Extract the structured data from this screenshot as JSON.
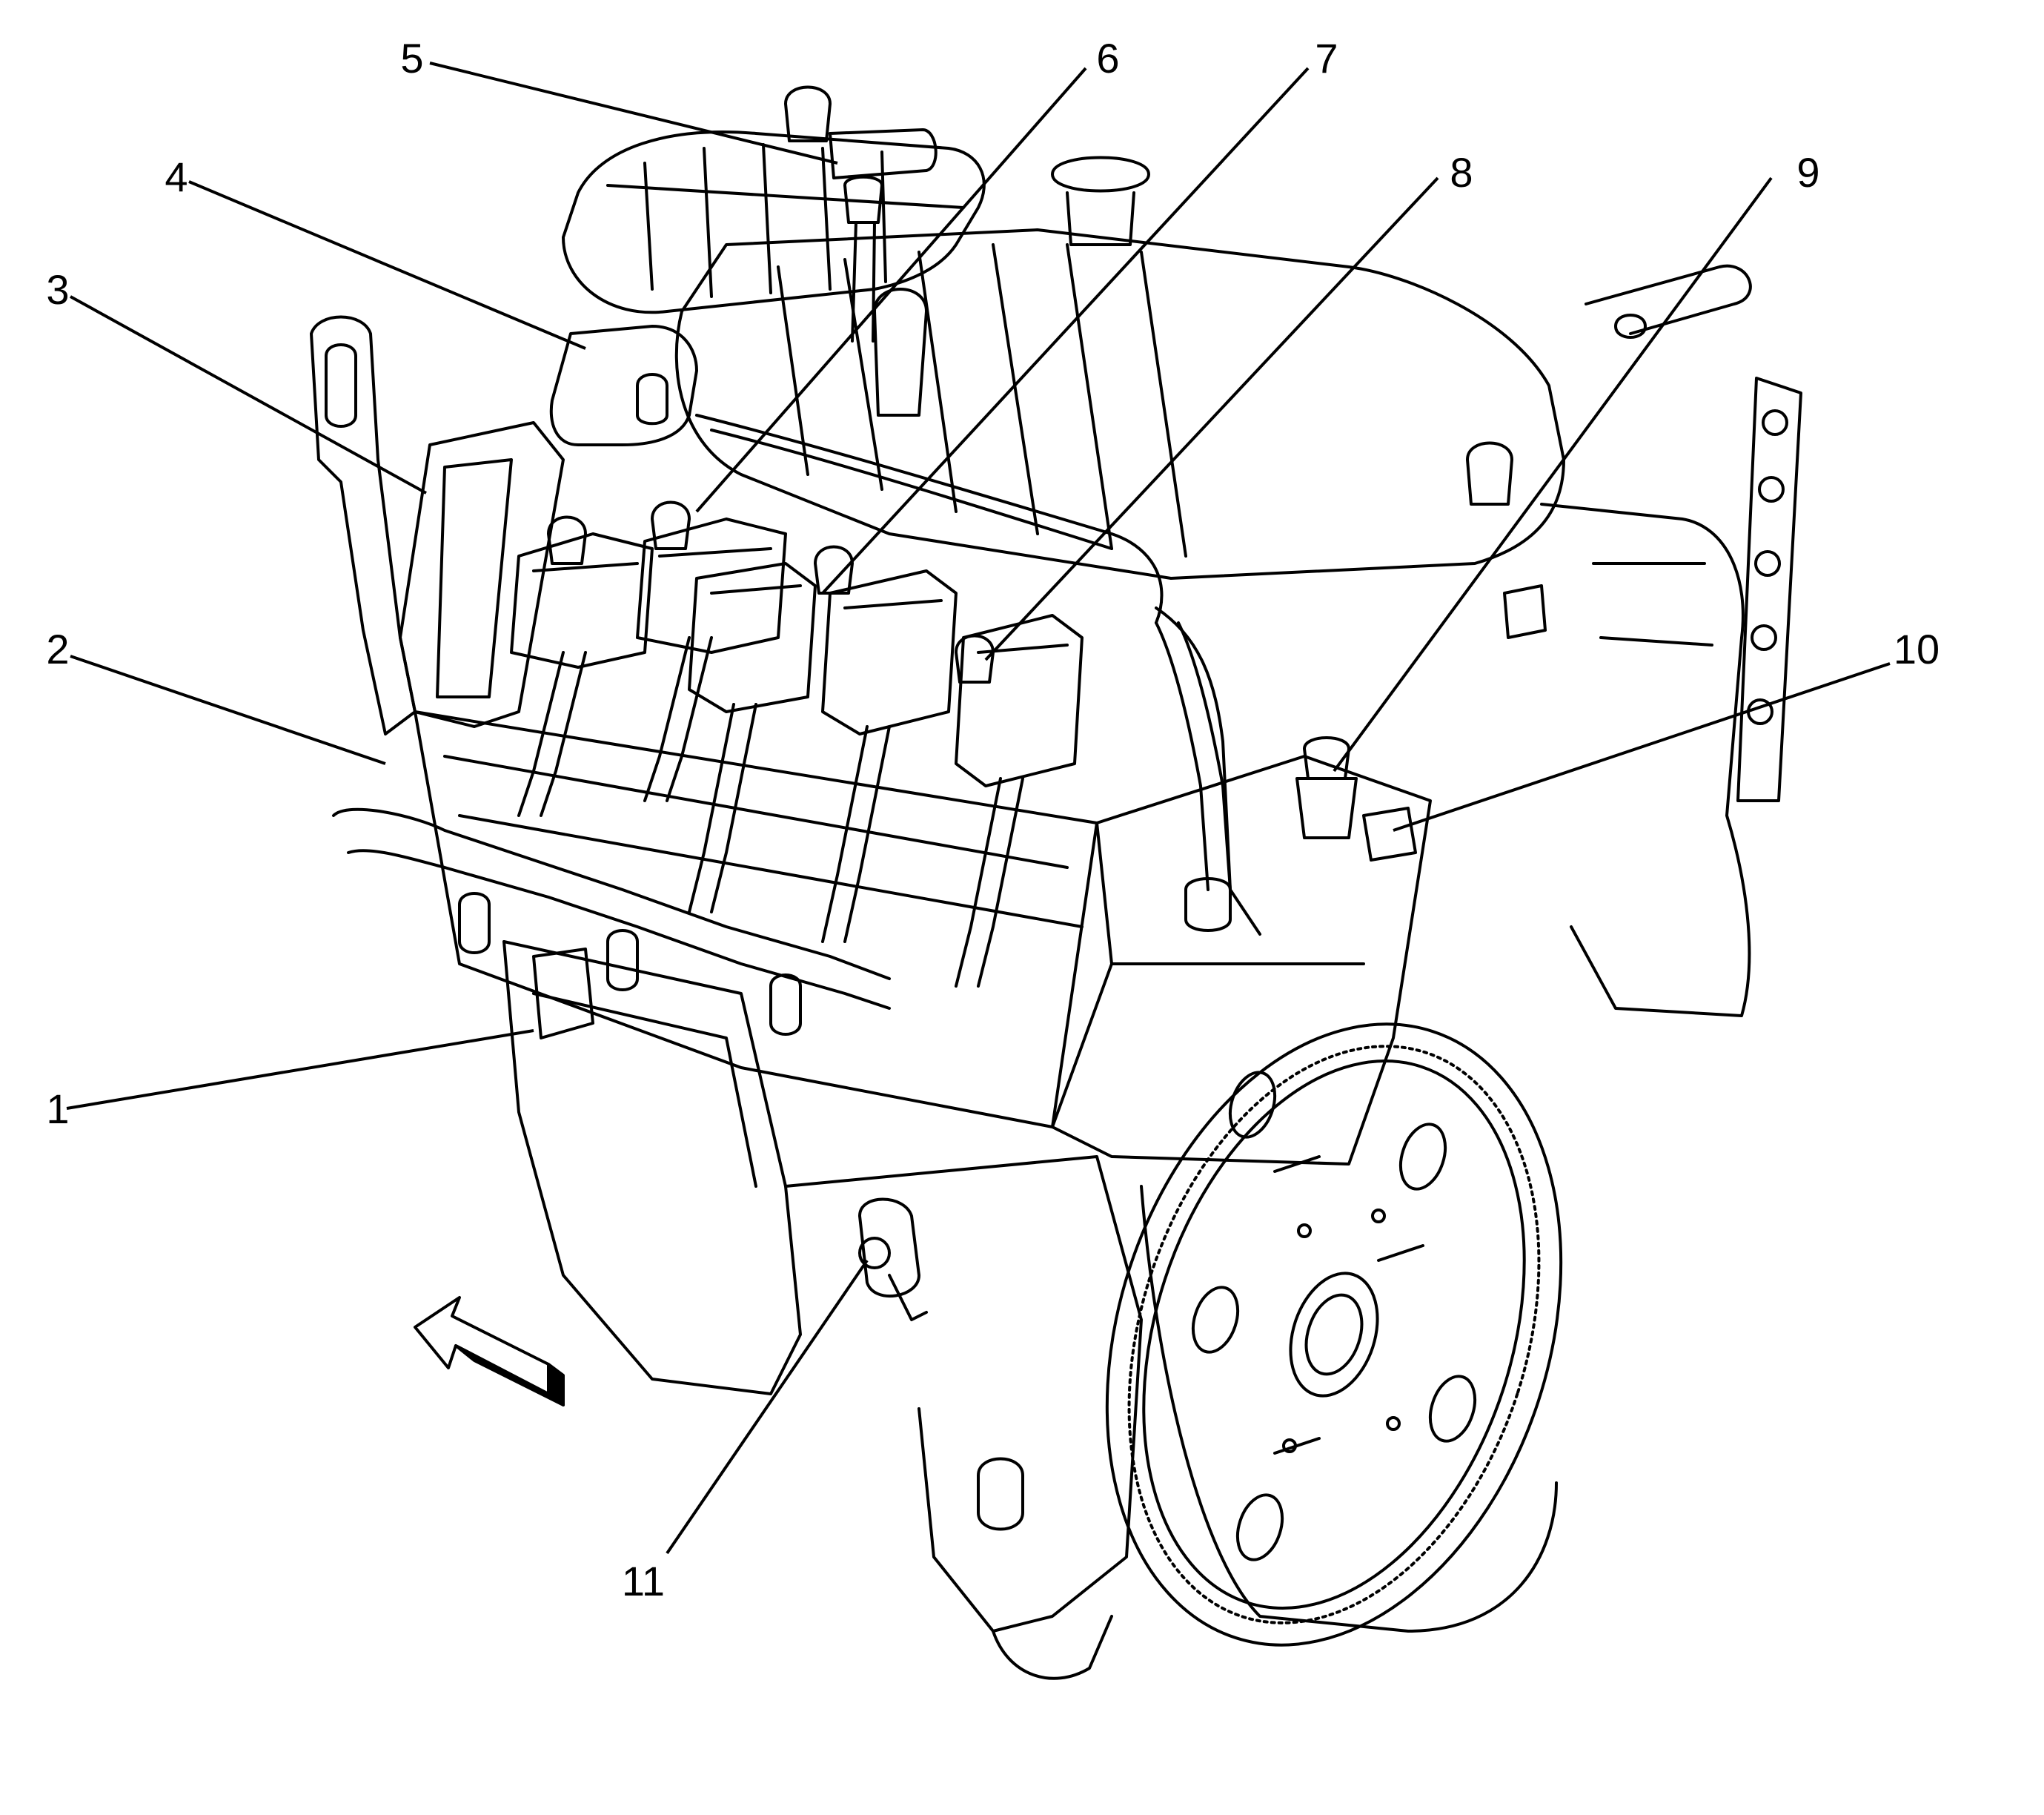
{
  "callouts": [
    {
      "id": "1",
      "label": "1"
    },
    {
      "id": "2",
      "label": "2"
    },
    {
      "id": "3",
      "label": "3"
    },
    {
      "id": "4",
      "label": "4"
    },
    {
      "id": "5",
      "label": "5"
    },
    {
      "id": "6",
      "label": "6"
    },
    {
      "id": "7",
      "label": "7"
    },
    {
      "id": "8",
      "label": "8"
    },
    {
      "id": "9",
      "label": "9"
    },
    {
      "id": "10",
      "label": "10"
    },
    {
      "id": "11",
      "label": "11"
    }
  ],
  "colors": {
    "line": "#000000",
    "background": "#ffffff"
  },
  "icons": {
    "direction_arrow": "front-direction-arrow-icon"
  }
}
